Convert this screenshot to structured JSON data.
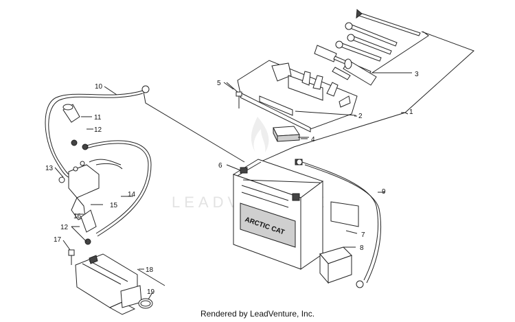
{
  "watermark": "LEADVENTURE",
  "battery_labels": {
    "brand": "ARCTIC CAT"
  },
  "callouts": {
    "c1": "1",
    "c2": "2",
    "c3": "3",
    "c4": "4",
    "c5": "5",
    "c6": "6",
    "c7": "7",
    "c8": "8",
    "c9": "9",
    "c10": "10",
    "c11": "11",
    "c12a": "12",
    "c12b": "12",
    "c13": "13",
    "c14": "14",
    "c15": "15",
    "c16": "16",
    "c17": "17",
    "c18": "18",
    "c19": "19"
  },
  "footer": {
    "credit": "Rendered by LeadVenture, Inc."
  }
}
